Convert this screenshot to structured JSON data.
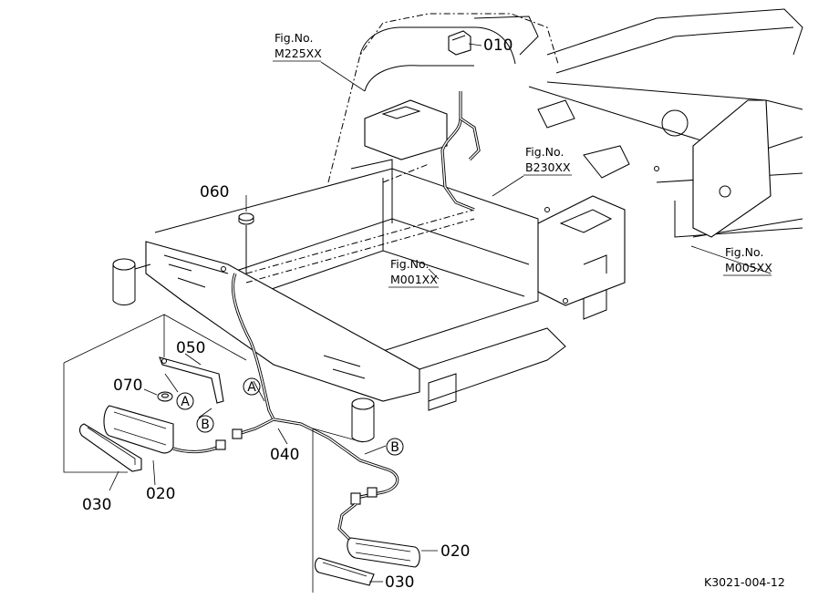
{
  "figure_refs": {
    "m225": {
      "prefix": "Fig.No.",
      "code": "M225XX"
    },
    "b230": {
      "prefix": "Fig.No.",
      "code": "B230XX"
    },
    "m001": {
      "prefix": "Fig.No.",
      "code": "M001XX"
    },
    "m005": {
      "prefix": "Fig.No.",
      "code": "M005XX"
    }
  },
  "part_numbers": {
    "p010": "010",
    "p060": "060",
    "p050": "050",
    "p070": "070",
    "p040": "040",
    "p030_left": "030",
    "p020_left": "020",
    "p020_right": "020",
    "p030_right": "030"
  },
  "connectors": {
    "a1": "A",
    "a2": "A",
    "b1": "B",
    "b2": "B"
  },
  "drawing_code": "K3021-004-12"
}
